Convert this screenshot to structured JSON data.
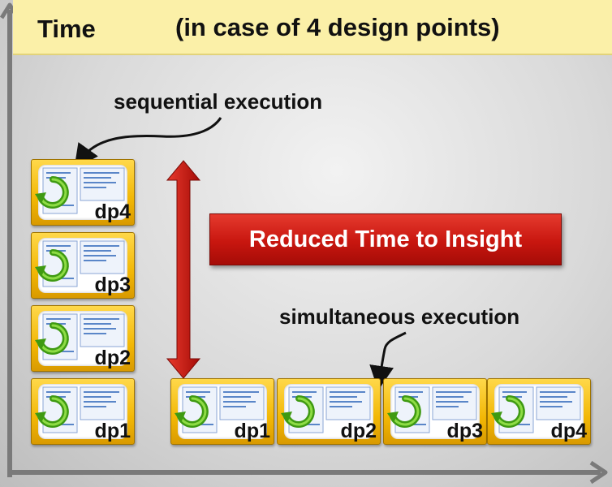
{
  "header": {
    "title": "Time",
    "subtitle": "(in case of 4 design points)"
  },
  "labels": {
    "sequential": "sequential execution",
    "simultaneous": "simultaneous execution",
    "banner": "Reduced Time to Insight"
  },
  "sequential_tiles": [
    "dp4",
    "dp3",
    "dp2",
    "dp1"
  ],
  "simultaneous_tiles": [
    "dp1",
    "dp2",
    "dp3",
    "dp4"
  ],
  "colors": {
    "header_bg": "#fbf0a8",
    "tile_gold": "#f2b705",
    "banner_red": "#c8160f",
    "arrow_red": "#c8160f",
    "axis_gray": "#7a7a7a",
    "cycle_green": "#4caf1a"
  },
  "icons": {
    "tile": "cycle-arrow-icon",
    "axis": "axis-arrow"
  }
}
